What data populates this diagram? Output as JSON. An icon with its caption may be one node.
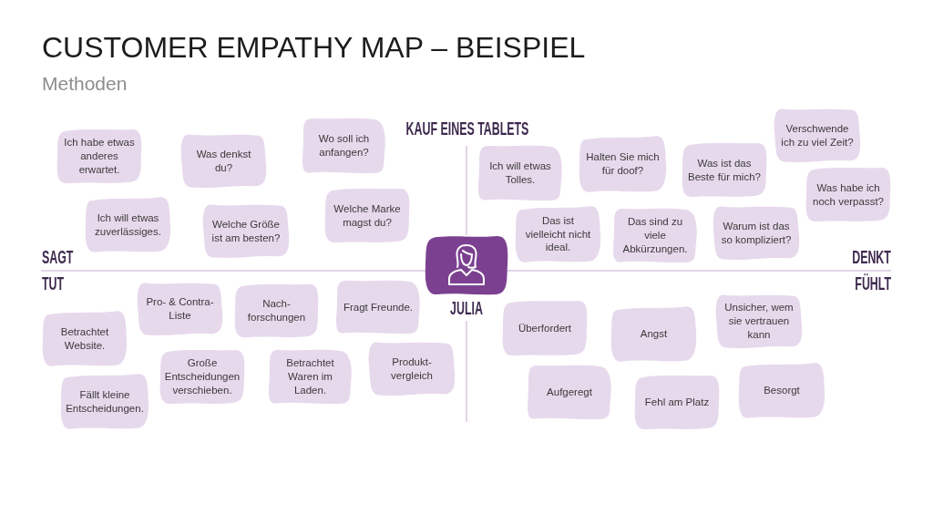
{
  "diagram": {
    "title": "CUSTOMER EMPATHY MAP – BEISPIEL",
    "nodes": [
      {
        "text": [
          "Ich habe etwas anderes erwartet."
        ]
      },
      {
        "text": [
          "Was denkst du?"
        ]
      },
      {
        "text": [
          "Wo soll ich anfangen?"
        ]
      },
      {
        "text": [
          "Ich will etwas zuverlässiges."
        ]
      },
      {
        "text": [
          "Welche Größe ist am besten?"
        ]
      },
      {
        "text": [
          "Welche Marke magst du?"
        ]
      },
      {
        "text": [
          "Ich will etwas Tolles."
        ]
      },
      {
        "text": [
          "Halten Sie mich für doof?"
        ]
      },
      {
        "text": [
          "Was ist das Beste für mich?"
        ]
      },
      {
        "text": [
          "Verschwende ich zu viel Zeit?"
        ]
      },
      {
        "text": [
          "Das ist vielleicht nicht ideal."
        ]
      },
      {
        "text": [
          "Das sind zu viele Abkürzungen."
        ]
      },
      {
        "text": [
          "Warum ist das so kompliziert?"
        ]
      },
      {
        "text": [
          "Was habe ich noch verpasst?"
        ]
      },
      {
        "text": [
          "Pro- & Contra-Liste"
        ]
      },
      {
        "text": [
          "Nach-forschungen"
        ]
      },
      {
        "text": [
          "Fragt Freunde."
        ]
      },
      {
        "text": [
          "Betrachtet Website."
        ]
      },
      {
        "text": [
          "Große Entscheidungen verschieben."
        ]
      },
      {
        "text": [
          "Betrachtet Waren im Laden."
        ]
      },
      {
        "text": [
          "Produkt-vergleich"
        ]
      },
      {
        "text": [
          "Fällt kleine Entscheidungen."
        ]
      },
      {
        "text": [
          "Überfordert"
        ]
      },
      {
        "text": [
          "Angst"
        ]
      },
      {
        "text": [
          "Unsicher, wem sie vertrauen kann"
        ]
      },
      {
        "text": [
          "Aufgeregt"
        ]
      },
      {
        "text": [
          "Fehl am Platz"
        ]
      },
      {
        "text": [
          "Besorgt"
        ]
      }
    ],
    "labels": [
      "Methoden",
      "KAUF EINES TABLETS",
      "SAGT",
      "DENKT",
      "TUT",
      "FÜHLT",
      "JULIA"
    ]
  }
}
